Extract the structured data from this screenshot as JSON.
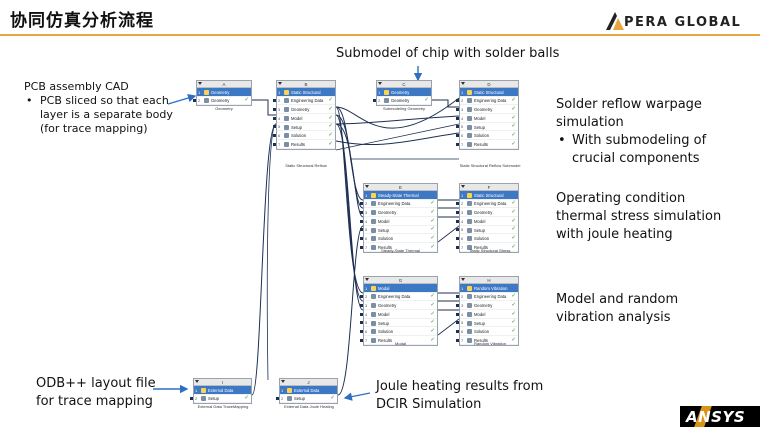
{
  "header": {
    "title": "协同仿真分析流程",
    "logo_text": "PERA GLOBAL"
  },
  "labels": {
    "pcb_cad": {
      "line1": "PCB assembly CAD",
      "bullet": "PCB sliced so that each layer is a separate body (for trace mapping)"
    },
    "submodel": "Submodel of chip with solder balls",
    "reflow": {
      "line1": "Solder reflow warpage simulation",
      "bullet": "With submodeling of crucial components"
    },
    "operating": "Operating condition thermal stress simulation with joule heating",
    "modal": "Model and random vibration analysis",
    "odb": "ODB++ layout file for trace mapping",
    "joule": "Joule heating results from DCIR Simulation"
  },
  "systems": {
    "A": {
      "letter": "A",
      "rows": [
        {
          "n": "1",
          "t": "Geometry",
          "chk": ""
        },
        {
          "n": "2",
          "t": "Geometry",
          "chk": "✓"
        }
      ],
      "caption": "Geometry"
    },
    "B": {
      "letter": "B",
      "rows": [
        {
          "n": "1",
          "t": "Static Structural",
          "chk": ""
        },
        {
          "n": "2",
          "t": "Engineering Data",
          "chk": "✓"
        },
        {
          "n": "3",
          "t": "Geometry",
          "chk": "✓"
        },
        {
          "n": "4",
          "t": "Model",
          "chk": "✓"
        },
        {
          "n": "5",
          "t": "Setup",
          "chk": "✓"
        },
        {
          "n": "6",
          "t": "Solution",
          "chk": "✓"
        },
        {
          "n": "7",
          "t": "Results",
          "chk": "✓"
        }
      ],
      "caption": "Static Structural Reflow"
    },
    "C": {
      "letter": "C",
      "rows": [
        {
          "n": "1",
          "t": "Geometry",
          "chk": ""
        },
        {
          "n": "2",
          "t": "Geometry",
          "chk": "✓"
        }
      ],
      "caption": "Submodeling Geometry"
    },
    "D": {
      "letter": "D",
      "rows": [
        {
          "n": "1",
          "t": "Static Structural",
          "chk": ""
        },
        {
          "n": "2",
          "t": "Engineering Data",
          "chk": "✓"
        },
        {
          "n": "3",
          "t": "Geometry",
          "chk": "✓"
        },
        {
          "n": "4",
          "t": "Model",
          "chk": "✓"
        },
        {
          "n": "5",
          "t": "Setup",
          "chk": "✓"
        },
        {
          "n": "6",
          "t": "Solution",
          "chk": "✓"
        },
        {
          "n": "7",
          "t": "Results",
          "chk": "✓"
        }
      ],
      "caption": "Static Structural Reflow Submodel"
    },
    "E": {
      "letter": "E",
      "rows": [
        {
          "n": "1",
          "t": "Steady-State Thermal",
          "chk": ""
        },
        {
          "n": "2",
          "t": "Engineering Data",
          "chk": "✓"
        },
        {
          "n": "3",
          "t": "Geometry",
          "chk": "✓"
        },
        {
          "n": "4",
          "t": "Model",
          "chk": "✓"
        },
        {
          "n": "5",
          "t": "Setup",
          "chk": "✓"
        },
        {
          "n": "6",
          "t": "Solution",
          "chk": "✓"
        },
        {
          "n": "7",
          "t": "Results",
          "chk": "✓"
        }
      ],
      "caption": "Steady-State Thermal"
    },
    "F": {
      "letter": "F",
      "rows": [
        {
          "n": "1",
          "t": "Static Structural",
          "chk": ""
        },
        {
          "n": "2",
          "t": "Engineering Data",
          "chk": "✓"
        },
        {
          "n": "3",
          "t": "Geometry",
          "chk": "✓"
        },
        {
          "n": "4",
          "t": "Model",
          "chk": "✓"
        },
        {
          "n": "5",
          "t": "Setup",
          "chk": "✓"
        },
        {
          "n": "6",
          "t": "Solution",
          "chk": "✓"
        },
        {
          "n": "7",
          "t": "Results",
          "chk": "✓"
        }
      ],
      "caption": "Static Structural Stress"
    },
    "G": {
      "letter": "G",
      "rows": [
        {
          "n": "1",
          "t": "Modal",
          "chk": ""
        },
        {
          "n": "2",
          "t": "Engineering Data",
          "chk": "✓"
        },
        {
          "n": "3",
          "t": "Geometry",
          "chk": "✓"
        },
        {
          "n": "4",
          "t": "Model",
          "chk": "✓"
        },
        {
          "n": "5",
          "t": "Setup",
          "chk": "✓"
        },
        {
          "n": "6",
          "t": "Solution",
          "chk": "✓"
        },
        {
          "n": "7",
          "t": "Results",
          "chk": "✓"
        }
      ],
      "caption": "Modal"
    },
    "H": {
      "letter": "H",
      "rows": [
        {
          "n": "1",
          "t": "Random Vibration",
          "chk": ""
        },
        {
          "n": "2",
          "t": "Engineering Data",
          "chk": "✓"
        },
        {
          "n": "3",
          "t": "Geometry",
          "chk": "✓"
        },
        {
          "n": "4",
          "t": "Model",
          "chk": "✓"
        },
        {
          "n": "5",
          "t": "Setup",
          "chk": "✓"
        },
        {
          "n": "6",
          "t": "Solution",
          "chk": "✓"
        },
        {
          "n": "7",
          "t": "Results",
          "chk": "✓"
        }
      ],
      "caption": "Random Vibration"
    },
    "I": {
      "letter": "I",
      "rows": [
        {
          "n": "1",
          "t": "External Data",
          "chk": ""
        },
        {
          "n": "2",
          "t": "Setup",
          "chk": "✓"
        }
      ],
      "caption": "External Data TraceMapping"
    },
    "J": {
      "letter": "J",
      "rows": [
        {
          "n": "1",
          "t": "External Data",
          "chk": ""
        },
        {
          "n": "2",
          "t": "Setup",
          "chk": "✓"
        }
      ],
      "caption": "External Data Joule Heating"
    }
  },
  "colors": {
    "accent": "#e9a640",
    "header_blue": "#3d78c4",
    "link_dark": "#1d2f52",
    "arrow_blue": "#2f6fc0"
  },
  "footer": {
    "brand": "ANSYS"
  }
}
